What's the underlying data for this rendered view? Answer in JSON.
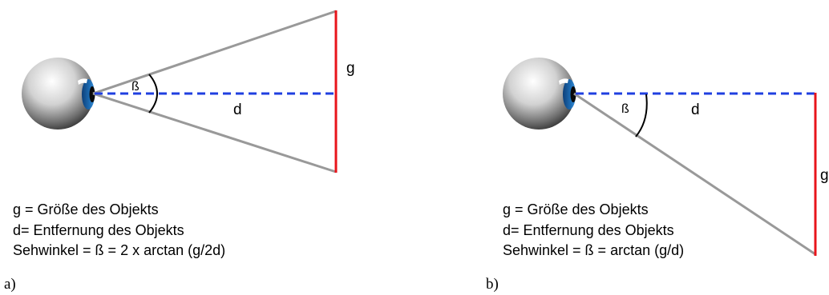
{
  "panel_a": {
    "letter": "a)",
    "angle_label": "ß",
    "distance_label": "d",
    "size_label": "g",
    "legend": [
      "g = Größe des Objekts",
      "d= Entfernung des Objekts",
      "Sehwinkel = ß = 2 x arctan (g/2d)"
    ]
  },
  "panel_b": {
    "letter": "b)",
    "angle_label": "ß",
    "distance_label": "d",
    "size_label": "g",
    "legend": [
      "g = Größe des Objekts",
      "d= Entfernung des Objekts",
      "Sehwinkel = ß = arctan (g/d)"
    ]
  },
  "colors": {
    "sight_line": "#999999",
    "distance_line": "#1f3fe0",
    "object": "#e8141b",
    "iris": "#1c6cb4"
  },
  "icons": {
    "eye": "eyeball-icon"
  }
}
